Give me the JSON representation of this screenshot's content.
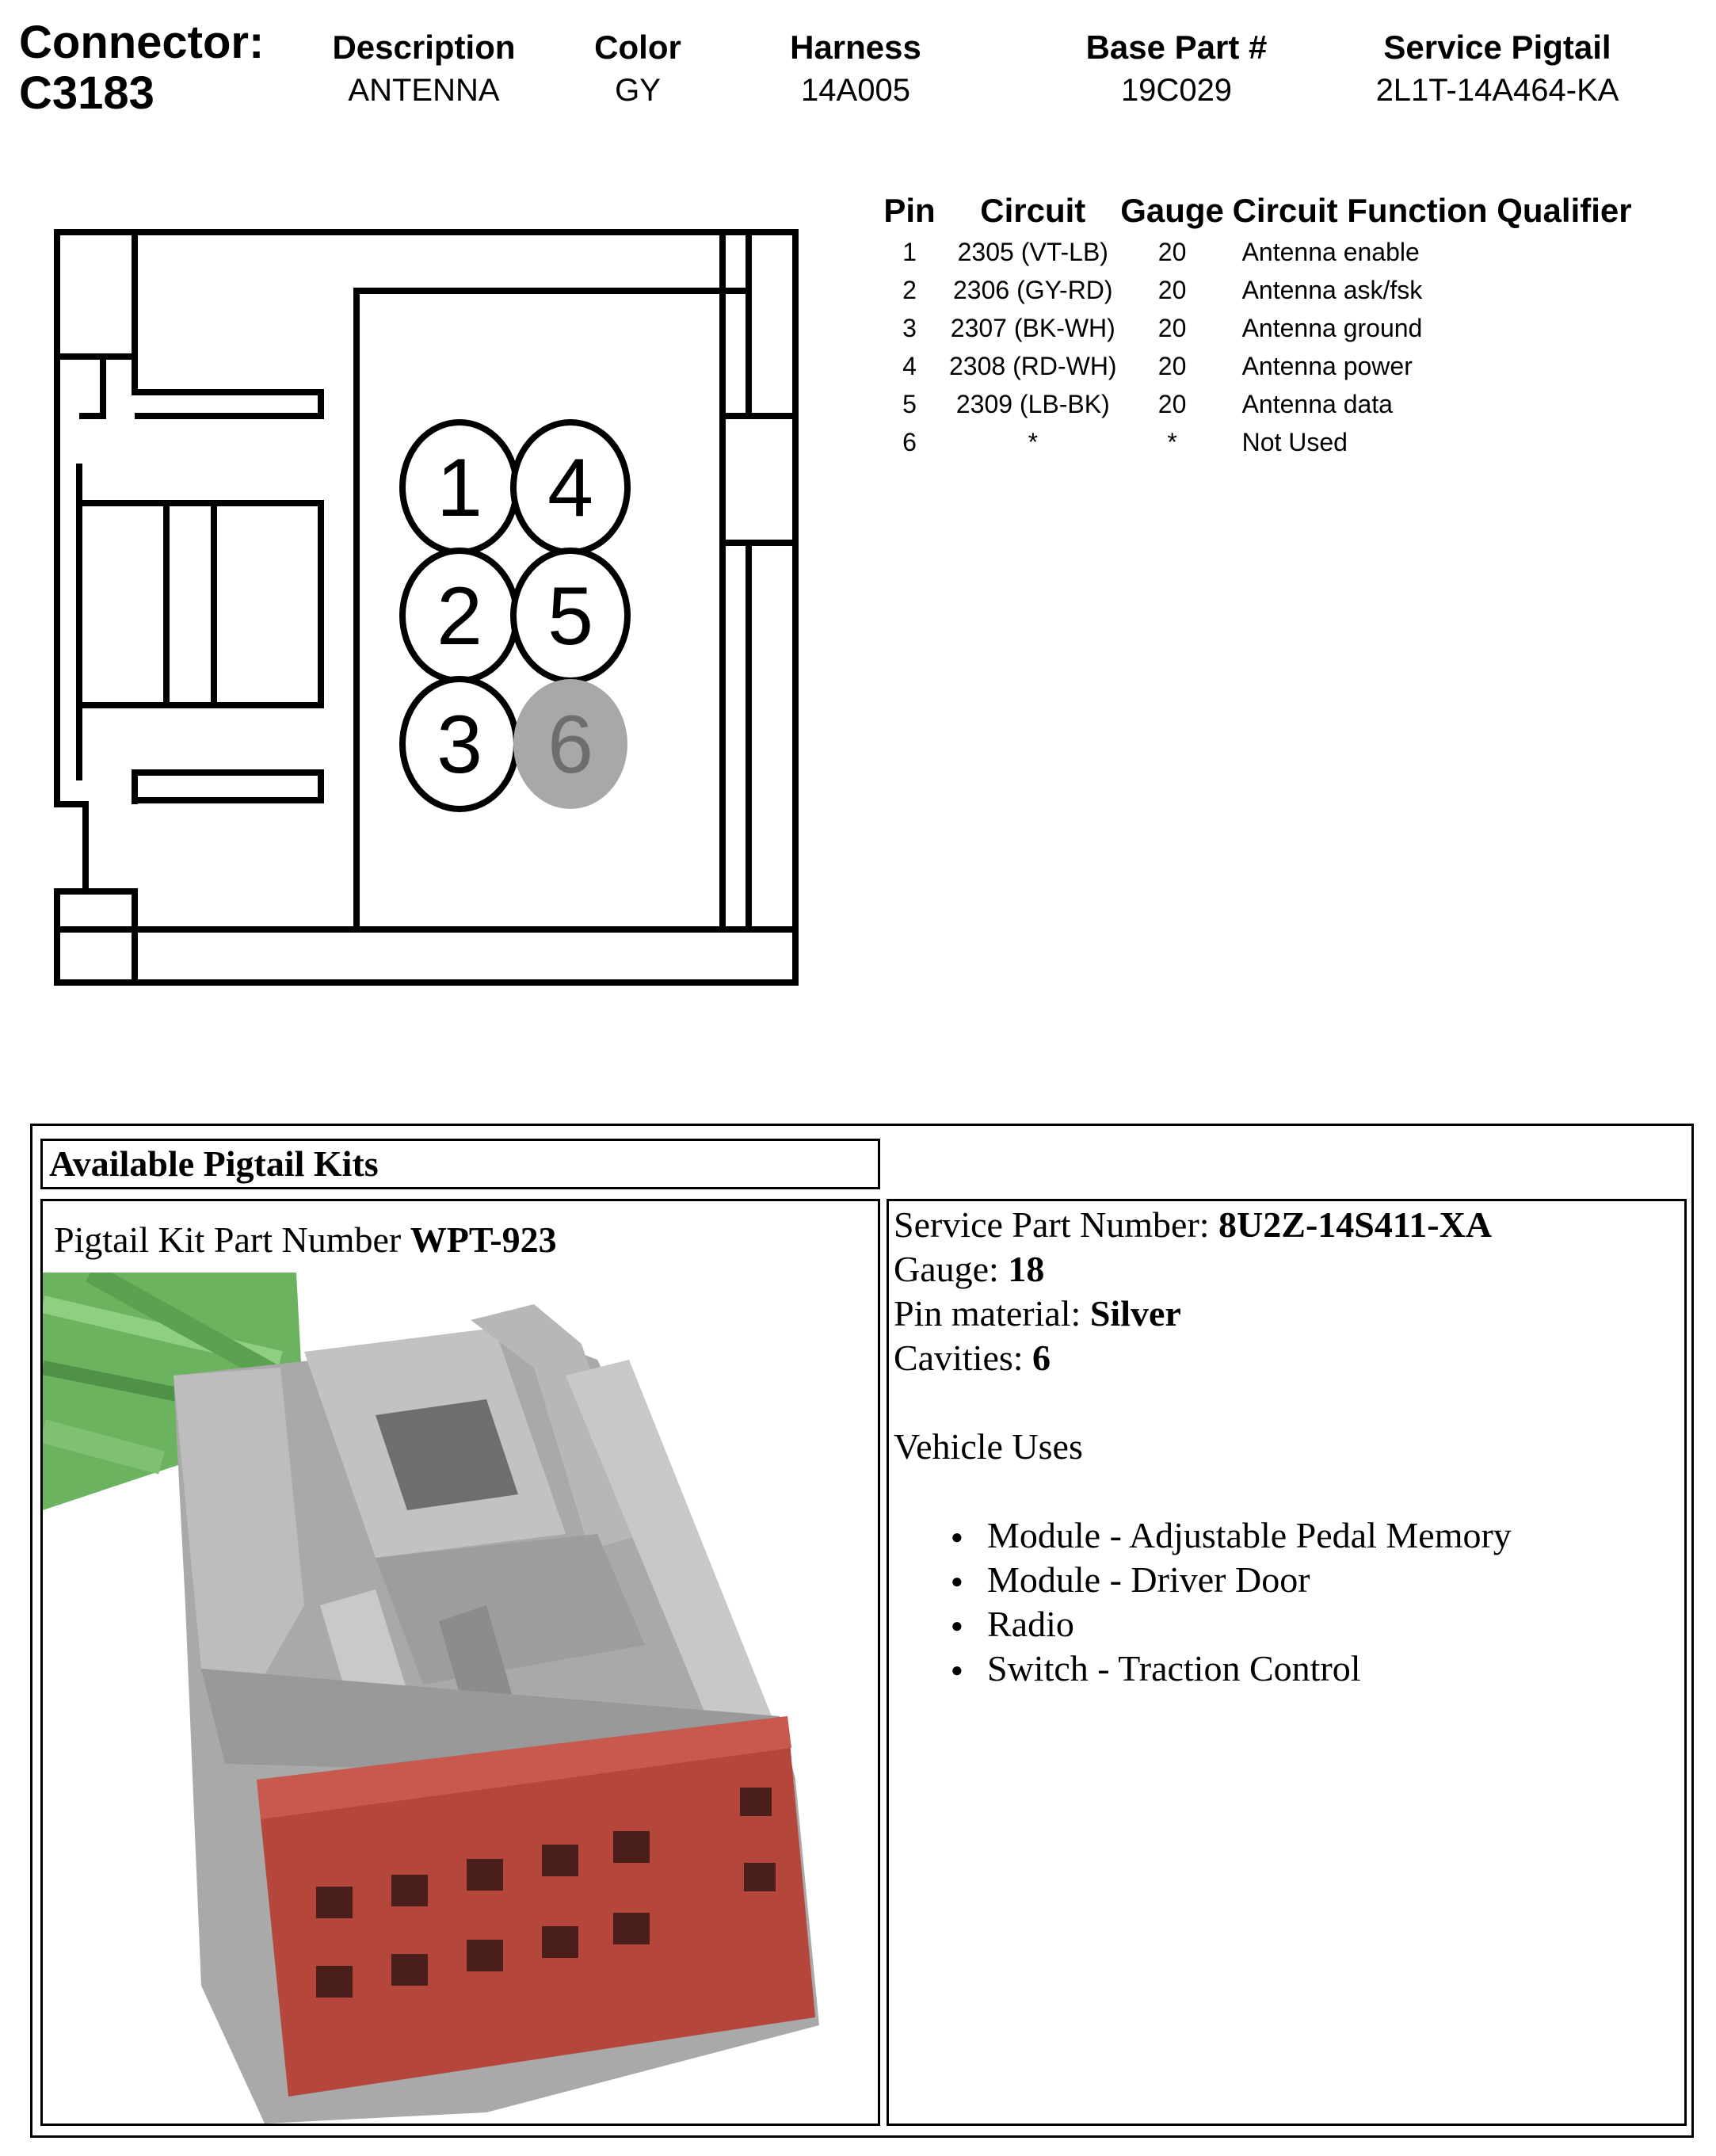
{
  "header": {
    "connector_label": "Connector:",
    "connector_id": "C3183",
    "columns": [
      {
        "heading": "Description",
        "value": "ANTENNA"
      },
      {
        "heading": "Color",
        "value": "GY"
      },
      {
        "heading": "Harness",
        "value": "14A005"
      },
      {
        "heading": "Base Part #",
        "value": "19C029"
      },
      {
        "heading": "Service Pigtail",
        "value": "2L1T-14A464-KA"
      }
    ]
  },
  "pin_table": {
    "headers": {
      "pin": "Pin",
      "circuit": "Circuit",
      "gauge": "Gauge",
      "function": "Circuit Function Qualifier"
    },
    "rows": [
      {
        "pin": "1",
        "circuit": "2305 (VT-LB)",
        "gauge": "20",
        "function": "Antenna enable"
      },
      {
        "pin": "2",
        "circuit": "2306 (GY-RD)",
        "gauge": "20",
        "function": "Antenna ask/fsk"
      },
      {
        "pin": "3",
        "circuit": "2307 (BK-WH)",
        "gauge": "20",
        "function": "Antenna ground"
      },
      {
        "pin": "4",
        "circuit": "2308 (RD-WH)",
        "gauge": "20",
        "function": "Antenna power"
      },
      {
        "pin": "5",
        "circuit": "2309 (LB-BK)",
        "gauge": "20",
        "function": "Antenna data"
      },
      {
        "pin": "6",
        "circuit": "*",
        "gauge": "*",
        "function": "Not Used"
      }
    ]
  },
  "connector_diagram": {
    "pins": [
      {
        "label": "1",
        "used": true
      },
      {
        "label": "4",
        "used": true
      },
      {
        "label": "2",
        "used": true
      },
      {
        "label": "5",
        "used": true
      },
      {
        "label": "3",
        "used": true
      },
      {
        "label": "6",
        "used": false
      }
    ],
    "unused_pin_color": "#a8a8a8",
    "unused_text_color": "#6e6e6e"
  },
  "kit": {
    "title": "Available Pigtail Kits",
    "part_number_label": "Pigtail Kit Part Number ",
    "part_number": "WPT-923",
    "specs": [
      {
        "label": "Service Part Number: ",
        "value": "8U2Z-14S411-XA"
      },
      {
        "label": "Gauge: ",
        "value": "18"
      },
      {
        "label": "Pin material: ",
        "value": "Silver"
      },
      {
        "label": "Cavities: ",
        "value": "6"
      }
    ],
    "uses_title": "Vehicle Uses",
    "uses": [
      "Module - Adjustable Pedal Memory",
      "Module - Driver Door",
      "Radio",
      "Switch - Traction Control"
    ],
    "photo_colors": {
      "wire": "#6bb35f",
      "housing": "#a9a9a9",
      "insert": "#b5463c"
    }
  }
}
